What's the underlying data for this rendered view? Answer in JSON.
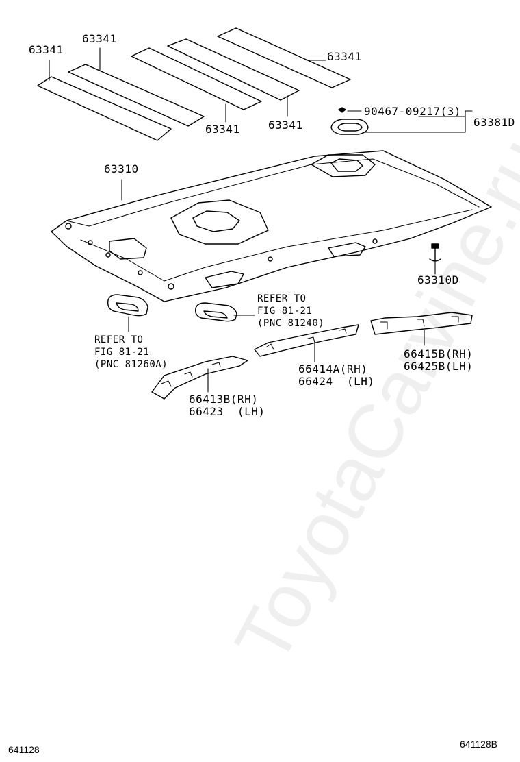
{
  "watermark": "ToyotaCarvine.ru",
  "figure_code_left": "641128",
  "figure_code_right": "641128B",
  "labels": {
    "pad_1": "63341",
    "pad_2": "63341",
    "pad_3": "63341",
    "pad_4": "63341",
    "pad_5": "63341",
    "screw_90467": "90467-09217(3)",
    "lamp_63381d": "63381D",
    "headlining_63310": "63310",
    "clip_63310d": "63310D",
    "refer_right_1": "REFER TO",
    "refer_right_2": "FIG 81-21",
    "refer_right_3": "(PNC 81240)",
    "refer_left_1": "REFER TO",
    "refer_left_2": "FIG 81-21",
    "refer_left_3": "(PNC 81260A)",
    "part_66414a": "66414A(RH)",
    "part_66424": "66424  (LH)",
    "part_66415b": "66415B(RH)",
    "part_66425b": "66425B(LH)",
    "part_66413b": "66413B(RH)",
    "part_66423": "66423  (LH)"
  }
}
